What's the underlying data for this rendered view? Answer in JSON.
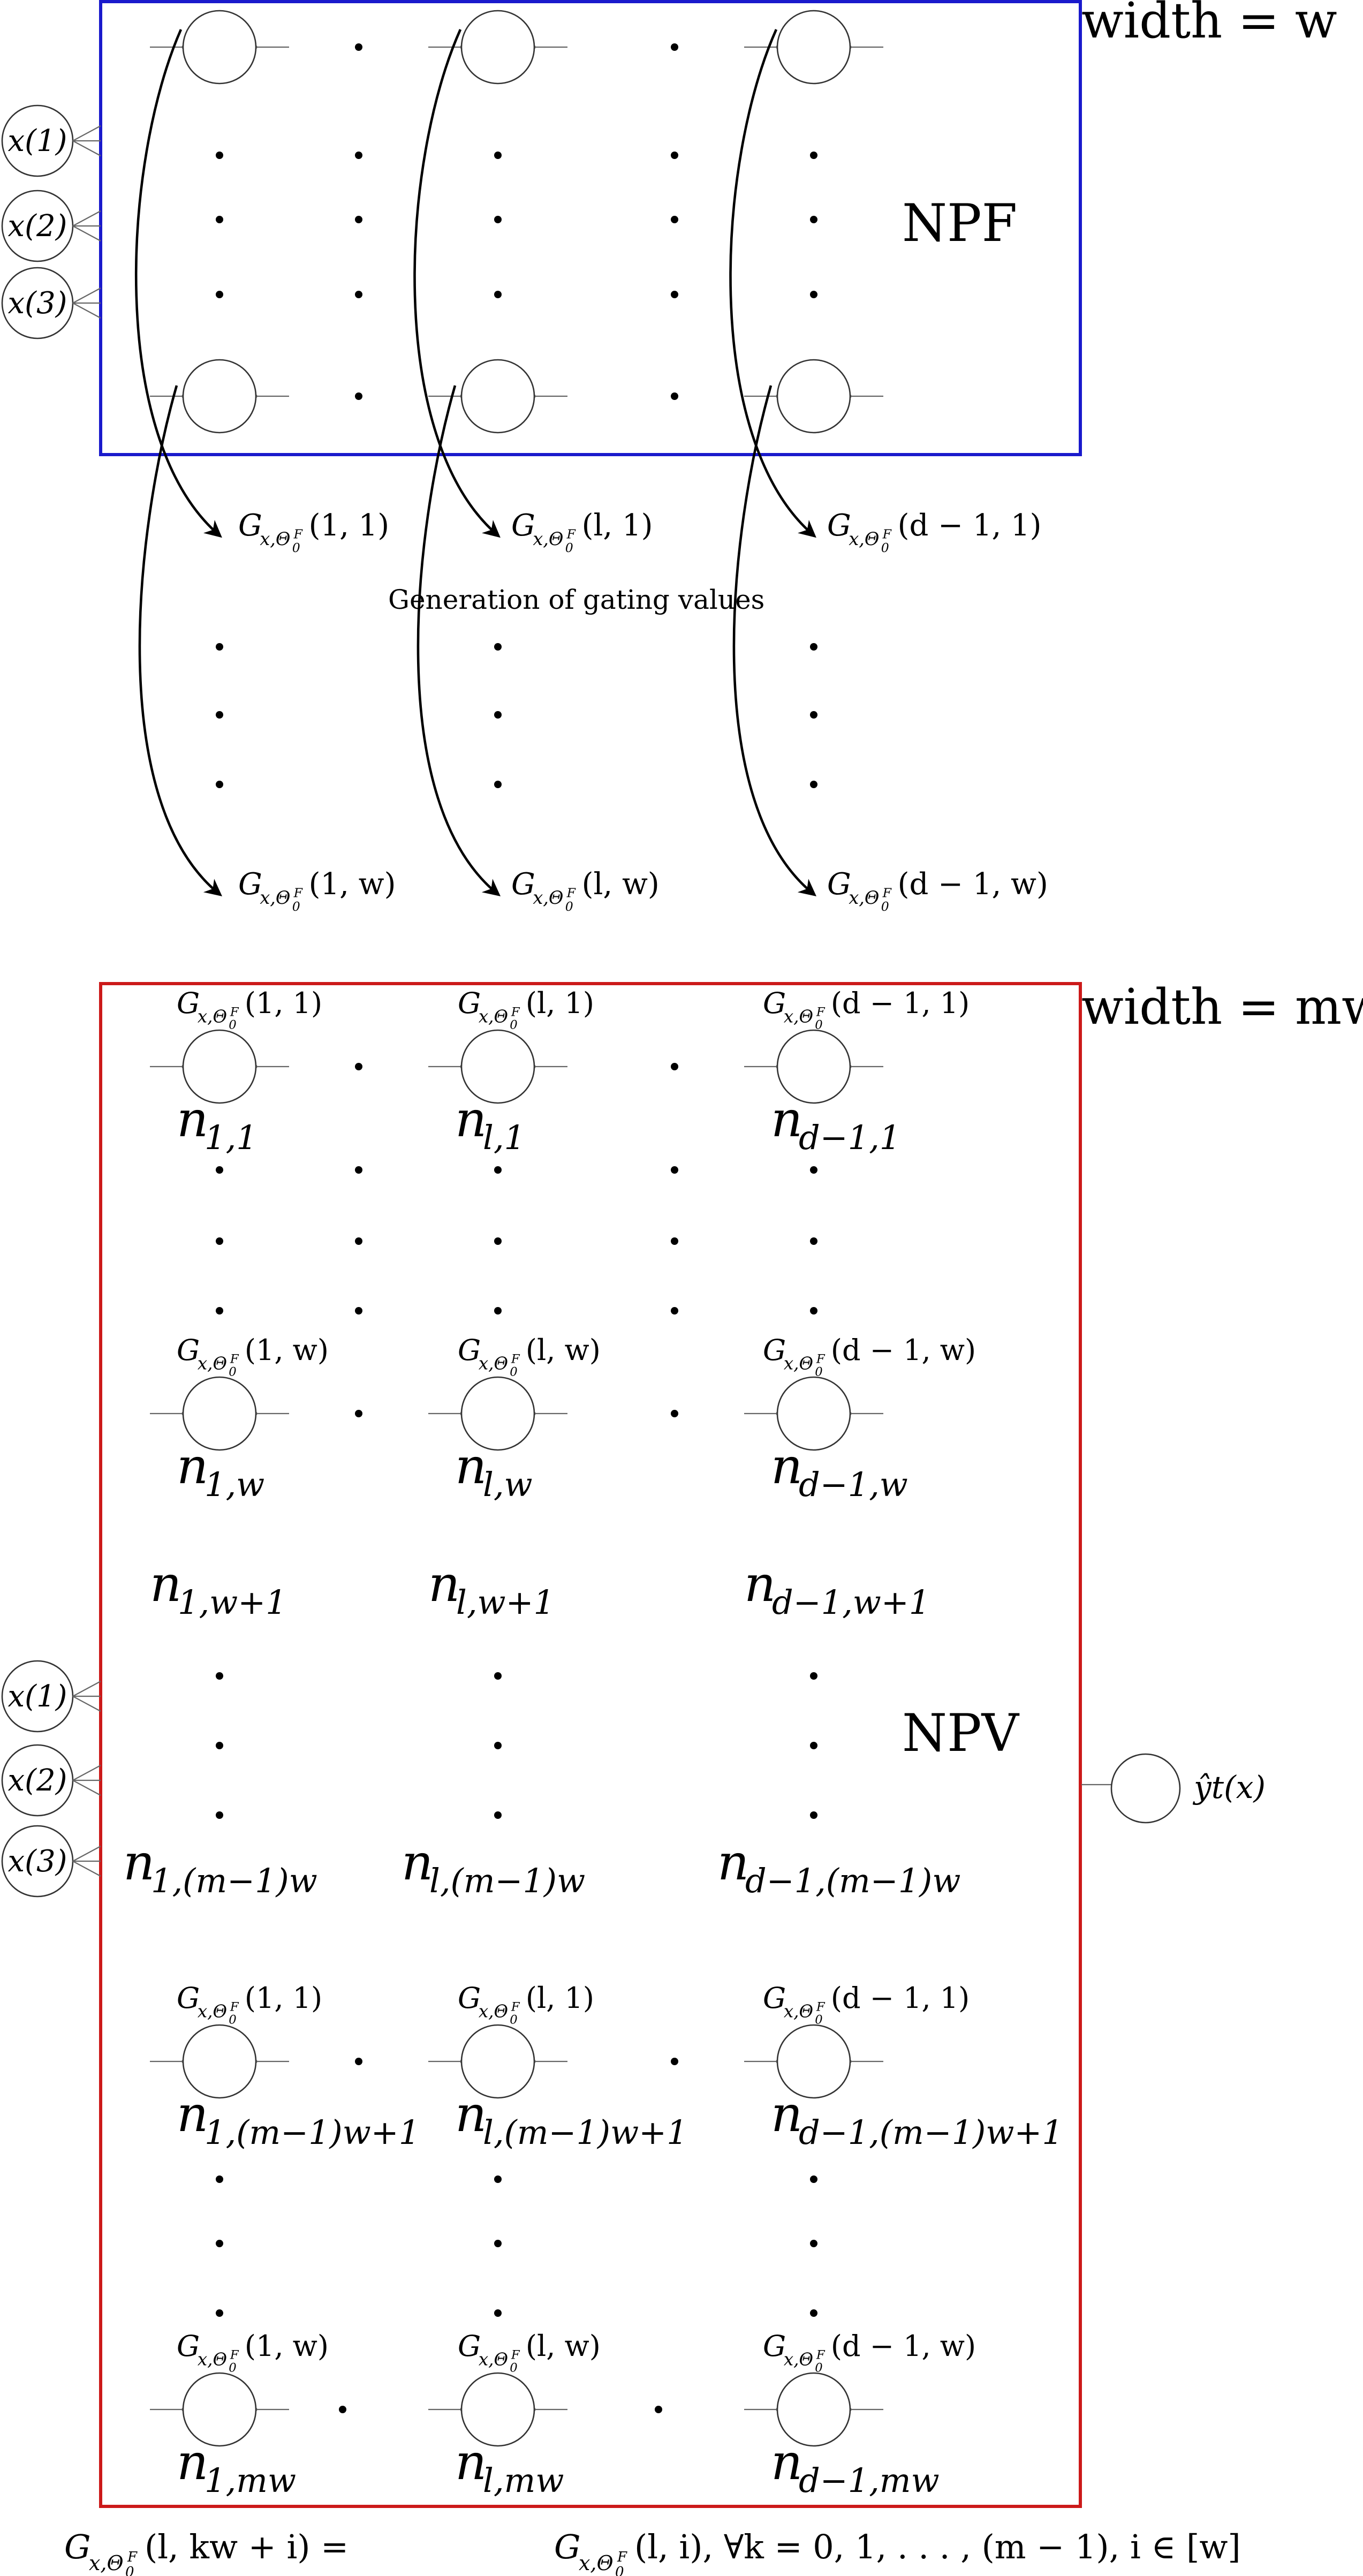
{
  "colors": {
    "npf_box": "#1a1acc",
    "npv_box": "#cc1a1a",
    "npf_label": "#1a1acc",
    "npv_label": "#1a1acc"
  },
  "labels": {
    "width_top": "width = w",
    "width_bottom": "width = mw",
    "npf": "NPF",
    "npv": "NPV",
    "gen": "Generation of gating values",
    "out": "ŷt(x)"
  },
  "inputs": [
    "x(1)",
    "x(2)",
    "x(3)"
  ],
  "gates": [
    {
      "l": "1",
      "r": "(1, 1)"
    },
    {
      "l": "2",
      "r": "(l, 1)"
    },
    {
      "l": "3",
      "r": "(d − 1, 1)"
    },
    {
      "l": "4",
      "r": "(1, w)"
    },
    {
      "l": "5",
      "r": "(l, w)"
    },
    {
      "l": "6",
      "r": "(d − 1, w)"
    }
  ],
  "nodes": {
    "r1": [
      [
        "1,1"
      ],
      [
        "l,1"
      ],
      [
        "d−1,1"
      ]
    ],
    "rw": [
      [
        "1,w"
      ],
      [
        "l,w"
      ],
      [
        "d−1,w"
      ]
    ],
    "rw1": [
      [
        "1,w+1"
      ],
      [
        "l,w+1"
      ],
      [
        "d−1,w+1"
      ]
    ],
    "rm1w": [
      [
        "1,(m−1)w"
      ],
      [
        "l,(m−1)w"
      ],
      [
        "d−1,(m−1)w"
      ]
    ],
    "rm1w1": [
      [
        "1,(m−1)w+1"
      ],
      [
        "l,(m−1)w+1"
      ],
      [
        "d−1,(m−1)w+1"
      ]
    ],
    "rmw": [
      [
        "1,mw"
      ],
      [
        "l,mw"
      ],
      [
        "d−1,mw"
      ]
    ]
  },
  "formula": {
    "lhs_args": "(l, kw + i) = ",
    "rhs_args": "(l, i), ∀k = 0, 1, . . . , (m − 1), i ∈ [w]"
  }
}
